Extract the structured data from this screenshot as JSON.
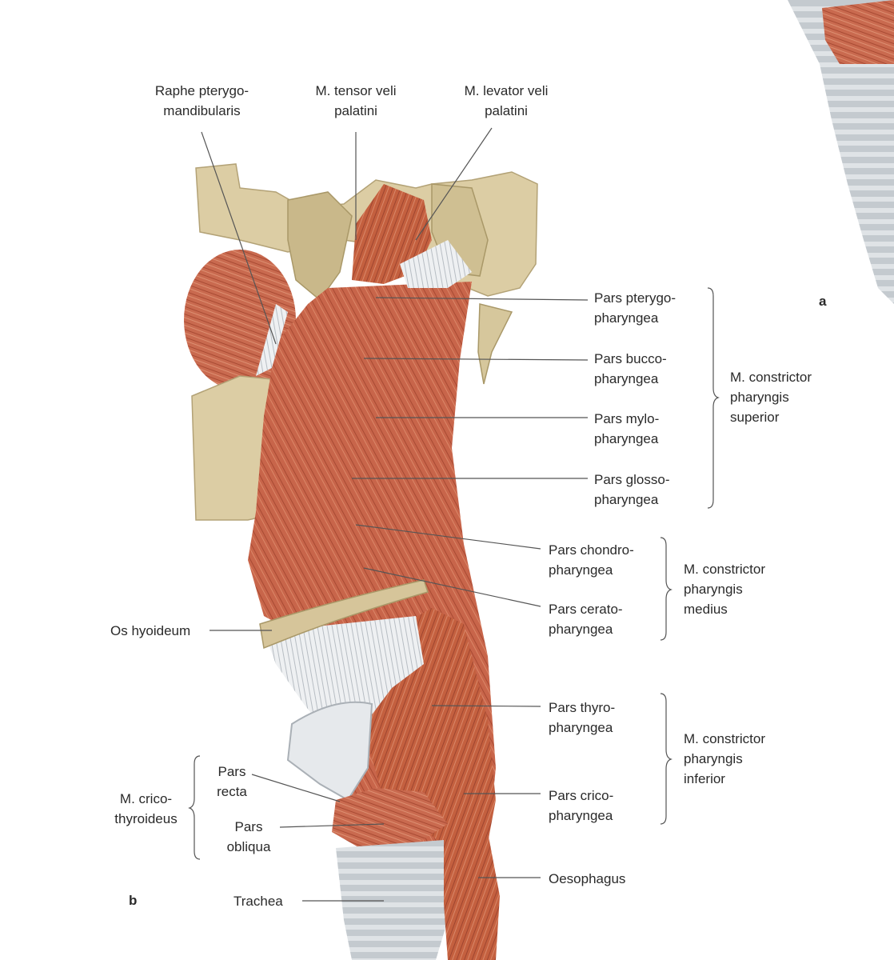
{
  "panel_labels": {
    "a": "a",
    "b": "b"
  },
  "labels": {
    "raphe": [
      "Raphe pterygo-",
      "mandibularis"
    ],
    "tensor": [
      "M. tensor veli",
      "palatini"
    ],
    "levator": [
      "M. levator veli",
      "palatini"
    ],
    "pterygo": [
      "Pars pterygo-",
      "pharyngea"
    ],
    "bucco": [
      "Pars bucco-",
      "pharyngea"
    ],
    "mylo": [
      "Pars mylo-",
      "pharyngea"
    ],
    "glosso": [
      "Pars glosso-",
      "pharyngea"
    ],
    "sup_group": [
      "M. constrictor",
      "pharyngis",
      "superior"
    ],
    "chondro": [
      "Pars chondro-",
      "pharyngea"
    ],
    "cerato": [
      "Pars cerato-",
      "pharyngea"
    ],
    "med_group": [
      "M. constrictor",
      "pharyngis",
      "medius"
    ],
    "hyoid": [
      "Os hyoideum"
    ],
    "thyro": [
      "Pars thyro-",
      "pharyngea"
    ],
    "crico": [
      "Pars crico-",
      "pharyngea"
    ],
    "inf_group": [
      "M. constrictor",
      "pharyngis",
      "inferior"
    ],
    "recta": [
      "Pars",
      "recta"
    ],
    "obliqua": [
      "Pars",
      "obliqua"
    ],
    "cricothyroid": [
      "M. crico-",
      "thyroideus"
    ],
    "oesophagus": [
      "Oesophagus"
    ],
    "trachea": [
      "Trachea"
    ]
  },
  "colors": {
    "muscle": "#c8654a",
    "muscle_dark": "#a84a33",
    "muscle_light": "#e0906f",
    "bone": "#d8c9a0",
    "bone_dark": "#b3a276",
    "cartilage": "#e6e8ea",
    "tendon": "#eef0f2",
    "leader": "#555555"
  }
}
